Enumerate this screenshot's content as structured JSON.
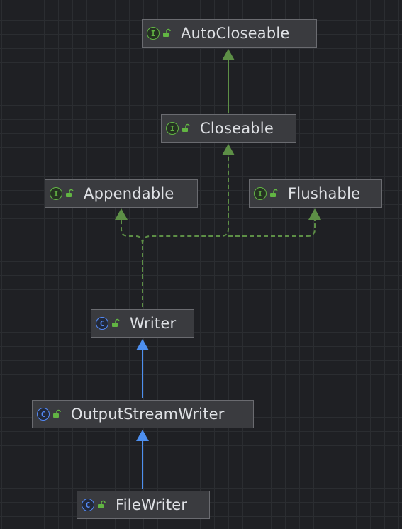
{
  "diagram": {
    "nodes": [
      {
        "id": "autocloseable",
        "label": "AutoCloseable",
        "kind": "interface",
        "kind_glyph": "I",
        "kind_icon": "interface-icon",
        "visibility_icon": "public-lock-icon"
      },
      {
        "id": "closeable",
        "label": "Closeable",
        "kind": "interface",
        "kind_glyph": "I",
        "kind_icon": "interface-icon",
        "visibility_icon": "public-lock-icon"
      },
      {
        "id": "appendable",
        "label": "Appendable",
        "kind": "interface",
        "kind_glyph": "I",
        "kind_icon": "interface-icon",
        "visibility_icon": "public-lock-icon"
      },
      {
        "id": "flushable",
        "label": "Flushable",
        "kind": "interface",
        "kind_glyph": "I",
        "kind_icon": "interface-icon",
        "visibility_icon": "public-lock-icon"
      },
      {
        "id": "writer",
        "label": "Writer",
        "kind": "class",
        "kind_glyph": "C",
        "kind_icon": "class-icon",
        "visibility_icon": "public-lock-icon"
      },
      {
        "id": "outputstreamwriter",
        "label": "OutputStreamWriter",
        "kind": "class",
        "kind_glyph": "C",
        "kind_icon": "class-icon",
        "visibility_icon": "public-lock-icon"
      },
      {
        "id": "filewriter",
        "label": "FileWriter",
        "kind": "class",
        "kind_glyph": "C",
        "kind_icon": "class-icon",
        "visibility_icon": "public-lock-icon"
      }
    ],
    "edges": [
      {
        "from": "closeable",
        "to": "autocloseable",
        "type": "extends"
      },
      {
        "from": "writer",
        "to": "closeable",
        "type": "implements"
      },
      {
        "from": "writer",
        "to": "appendable",
        "type": "implements"
      },
      {
        "from": "writer",
        "to": "flushable",
        "type": "implements"
      },
      {
        "from": "outputstreamwriter",
        "to": "writer",
        "type": "extends"
      },
      {
        "from": "filewriter",
        "to": "outputstreamwriter",
        "type": "extends"
      }
    ]
  },
  "colors": {
    "background": "#1f2024",
    "grid": "#2b2d31",
    "node_fill": "#3a3b3f",
    "node_border": "#6a6b70",
    "label_text": "#dfe1e5",
    "interface_accent": "#62b543",
    "class_accent": "#548af7",
    "interface_edge": "#5d8f46",
    "class_edge": "#4d8ff0",
    "lock": "#62b543"
  }
}
